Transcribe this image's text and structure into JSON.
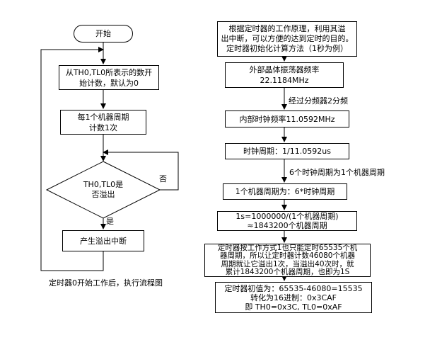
{
  "left_flow": {
    "start": "开始",
    "count_start": "从TH0,TL0所表示的数开\n始计数，默认为0",
    "count_step": "每1个机器周期\n计数1次",
    "decision": "TH0,TL0是\n否溢出",
    "no_label": "否",
    "yes_label": "是",
    "interrupt": "产生溢出中断",
    "caption": "定时器0开始工作后，执行流程图"
  },
  "right_flow": {
    "intro": "根据定时器的工作原理，利用其溢\n出中断，可以方便的达到定时的目的。\n定时器初始化计算方法（1秒为例）",
    "crystal": "外部晶体振荡器频率\n22.1184MHz",
    "divider_note": "经过分频器2分频",
    "internal_clock": "内部时钟频率11.0592MHz",
    "clock_period": "时钟周期：1/11.0592us",
    "machine_note": "6个时钟周期为1个机器周期",
    "machine_period": "1个机器周期为：6*时钟周期",
    "one_second": "1s=1000000/(1个机器周期)\n≈1843200个机器周期",
    "mode_desc": "定时器按工作方式1也只能定时65535个机\n器周期，所以让定时器计数46080个机器\n周期就让它溢出1次，当溢出40次时，就\n累计1843200个机器周期，也即为1S",
    "initial_value": "定时器初值为：65535-46080=15535\n转化为16进制：0x3CAF\n即 TH0=0x3C, TL0=0xAF"
  }
}
